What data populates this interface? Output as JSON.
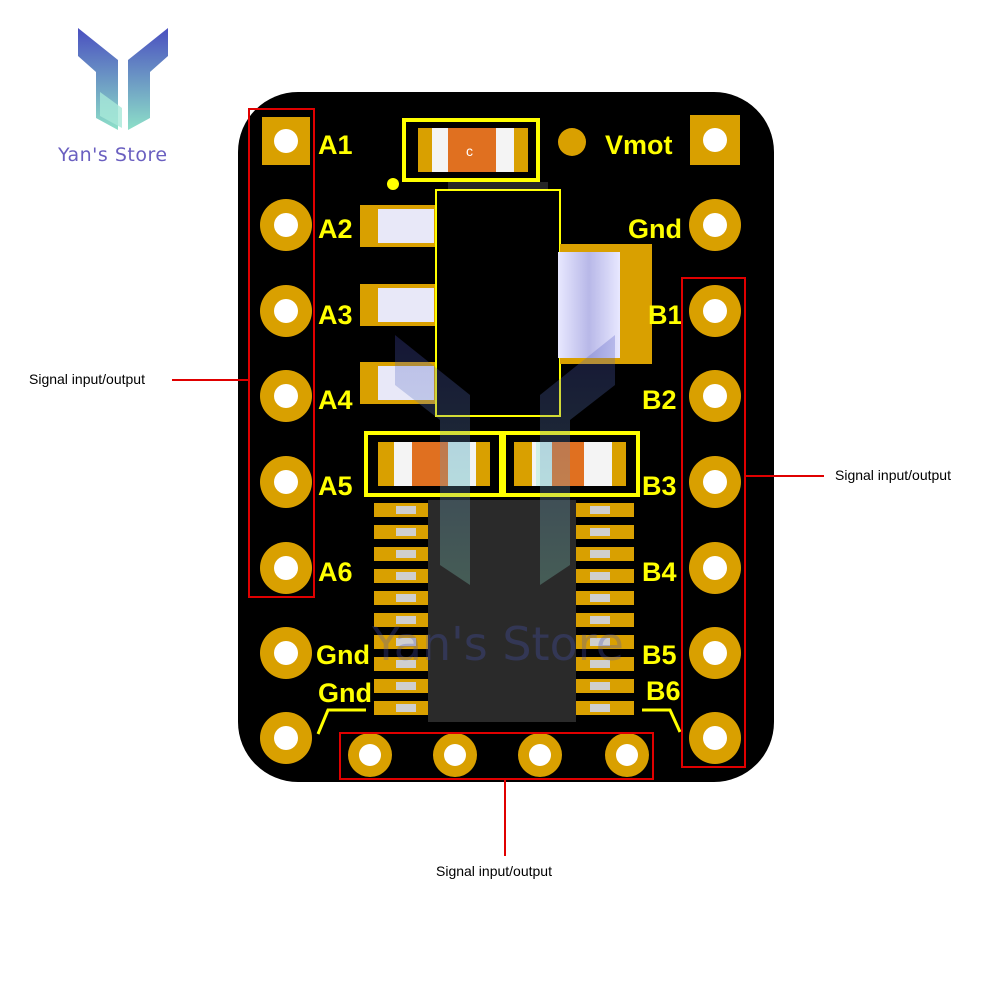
{
  "brand": {
    "name": "Yan's Store",
    "watermark": "Yan's Store"
  },
  "pins": {
    "left": [
      "A1",
      "A2",
      "A3",
      "A4",
      "A5",
      "A6",
      "Gnd",
      "Gnd"
    ],
    "right": [
      "Vmot",
      "Gnd",
      "B1",
      "B2",
      "B3",
      "B4",
      "B5",
      "B6"
    ]
  },
  "callouts": {
    "left": "Signal input/output",
    "right": "Signal input/output",
    "bottom": "Signal input/output"
  },
  "colors": {
    "board": "#000000",
    "pad": "#d9a000",
    "silkscreen": "#ffff00",
    "callout_line": "#e00000",
    "logo_blue": "#3a4fb0",
    "logo_teal": "#7fd8c8"
  }
}
